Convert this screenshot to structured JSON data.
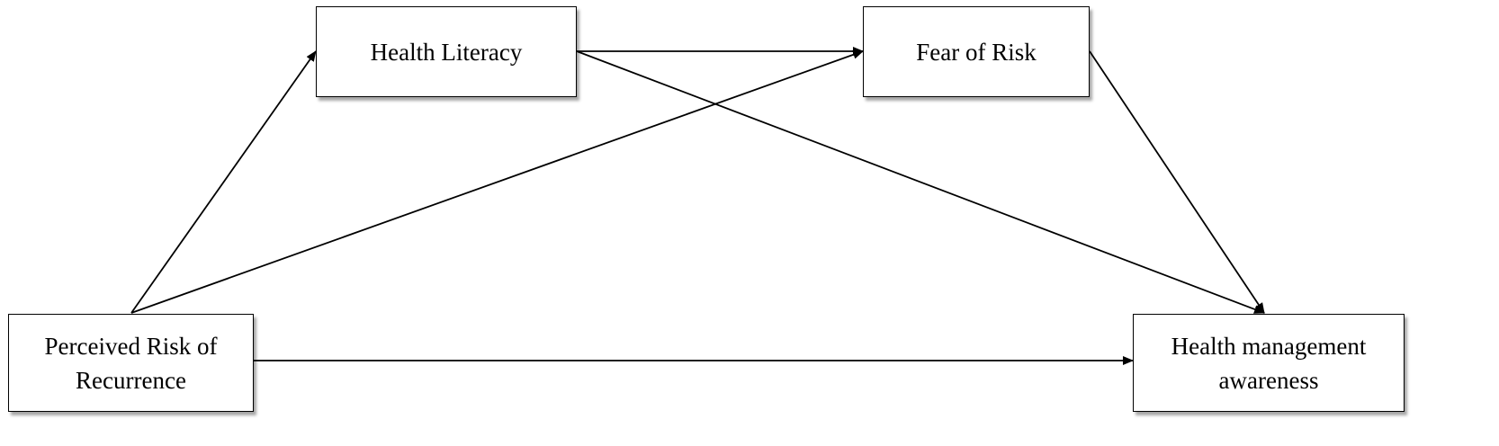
{
  "nodes": {
    "health_literacy": "Health Literacy",
    "fear_of_risk": "Fear of Risk",
    "perceived_risk": "Perceived Risk of\nRecurrence",
    "health_management": "Health management\nawareness"
  },
  "edges": [
    {
      "from": "Perceived Risk of Recurrence",
      "to": "Health Literacy"
    },
    {
      "from": "Perceived Risk of Recurrence",
      "to": "Fear of Risk"
    },
    {
      "from": "Perceived Risk of Recurrence",
      "to": "Health management awareness"
    },
    {
      "from": "Health Literacy",
      "to": "Fear of Risk"
    },
    {
      "from": "Health Literacy",
      "to": "Health management awareness"
    },
    {
      "from": "Fear of Risk",
      "to": "Health management awareness"
    }
  ],
  "colors": {
    "stroke": "#000000",
    "background": "#ffffff"
  }
}
